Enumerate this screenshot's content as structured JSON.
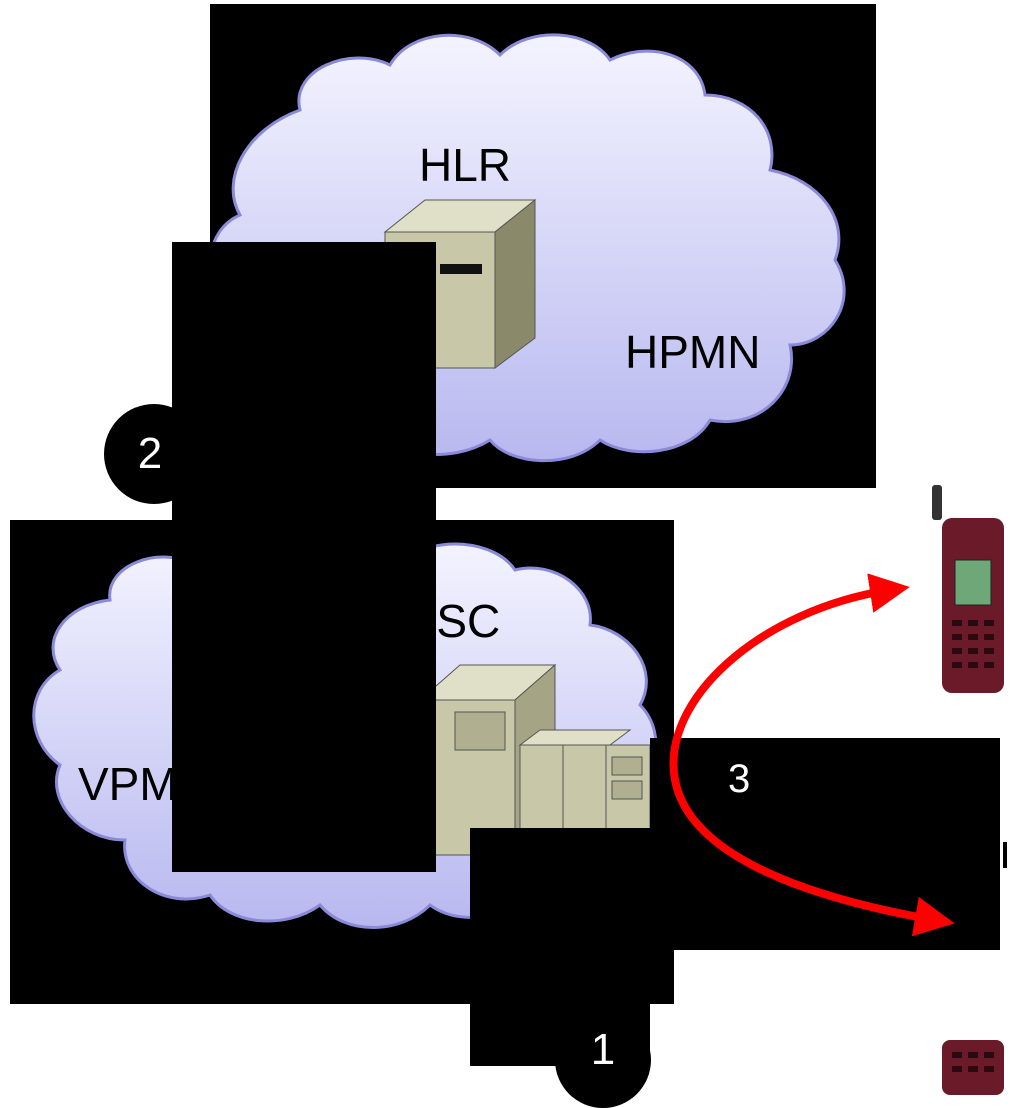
{
  "diagram": {
    "home_network": {
      "label": "HPMN",
      "node": {
        "label": "HLR",
        "icon": "server-tower-icon"
      }
    },
    "visited_network": {
      "label": "VPMN",
      "node": {
        "label": "MSC",
        "icon": "switching-center-icon"
      }
    },
    "steps": [
      {
        "number": "2"
      },
      {
        "number": "3"
      },
      {
        "number": "1"
      }
    ],
    "devices": [
      {
        "icon": "mobile-phone-icon"
      },
      {
        "icon": "mobile-phone-icon"
      }
    ],
    "colors": {
      "cloud_fill_top": "#f4f4ff",
      "cloud_fill_bottom": "#b8b8f0",
      "cloud_outline": "#8a8ad8",
      "redaction": "#000000",
      "arrow": "#ff0000",
      "equipment": "#c8c8a8",
      "phone_body": "#6a1a28"
    }
  }
}
